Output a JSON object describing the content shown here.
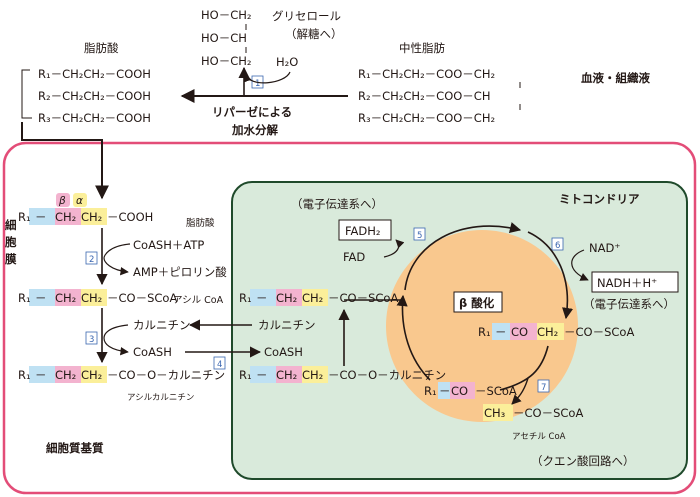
{
  "top": {
    "glycerol": [
      "HO－CH₂",
      "HO－CH",
      "HO－CH₂"
    ],
    "glycerol_label": "グリセロール",
    "glycerol_sub": "（解糖へ）",
    "water": "H₂O",
    "step1": "1",
    "fatty_acid_label": "脂肪酸",
    "fatty_acids": [
      "R₁－CH₂CH₂－COOH",
      "R₂－CH₂CH₂－COOH",
      "R₃－CH₂CH₂－COOH"
    ],
    "fat_label": "中性脂肪",
    "fat_lines": [
      "R₁－CH₂CH₂－COO－CH₂",
      "R₂－CH₂CH₂－COO－CH",
      "R₃－CH₂CH₂－COO－CH₂"
    ],
    "lipase_line1": "リパーゼによる",
    "lipase_line2": "加水分解",
    "blood_label": "血液・組織液"
  },
  "cell": {
    "membrane_chars": [
      "細",
      "胞",
      "膜"
    ],
    "cytoplasm_label": "細胞質基質",
    "greek_beta": "β",
    "greek_alpha": "α",
    "fa_formula": [
      "R₁",
      "－",
      "CH₂",
      "CH₂",
      "－COOH"
    ],
    "fa_name": "脂肪酸",
    "step2": "2",
    "coash_atp": "CoASH＋ATP",
    "amp_ppi": "AMP＋ピロリン酸",
    "acylcoa_formula": [
      "R₁",
      "－",
      "CH₂",
      "CH₂",
      "－CO－SCoA"
    ],
    "acylcoa_name": "アシル CoA",
    "step3": "3",
    "carnitine": "カルニチン",
    "coash": "CoASH",
    "acylcarn_formula": [
      "R₁",
      "－",
      "CH₂",
      "CH₂",
      "－CO－O－カルニチン"
    ],
    "acylcarn_name": "アシルカルニチン",
    "step4": "4"
  },
  "mito": {
    "title": "ミトコンドリア",
    "acylcoa_formula": [
      "R₁",
      "－",
      "CH₂",
      "CH₂",
      "－CO－SCoA"
    ],
    "carnitine": "カルニチン",
    "coash": "CoASH",
    "acylcarn_formula": [
      "R₁",
      "－",
      "CH₂",
      "CH₂",
      "－CO－O－カルニチン"
    ],
    "etc_top": "（電子伝達系へ）",
    "fadh2": "FADH₂",
    "fad": "FAD",
    "step5": "5",
    "step6": "6",
    "nad": "NAD⁺",
    "nadh": "NADH＋H⁺",
    "etc_right": "（電子伝達系へ）",
    "beta_ox": "β 酸化",
    "ketoacyl_formula": [
      "R₁",
      "－",
      "CO",
      "CH₂",
      "－CO－SCoA"
    ],
    "shortened_formula": [
      "R₁",
      "－",
      "CO",
      "－SCoA"
    ],
    "step7": "7",
    "acetylcoa_formula": [
      "CH₃",
      "－CO－SCoA"
    ],
    "acetylcoa_name": "アセチル CoA",
    "tca": "（クエン酸回路へ）"
  },
  "colors": {
    "cell_border": "#e34d78",
    "mito_fill": "#d9eadb",
    "mito_border": "#1f4a2b",
    "orange": "#f9c88e",
    "blue_hl": "#bfe1f3",
    "pink_hl": "#f3b3cf",
    "yellow_hl": "#fbef9a",
    "num_blue": "#3a66b0"
  }
}
